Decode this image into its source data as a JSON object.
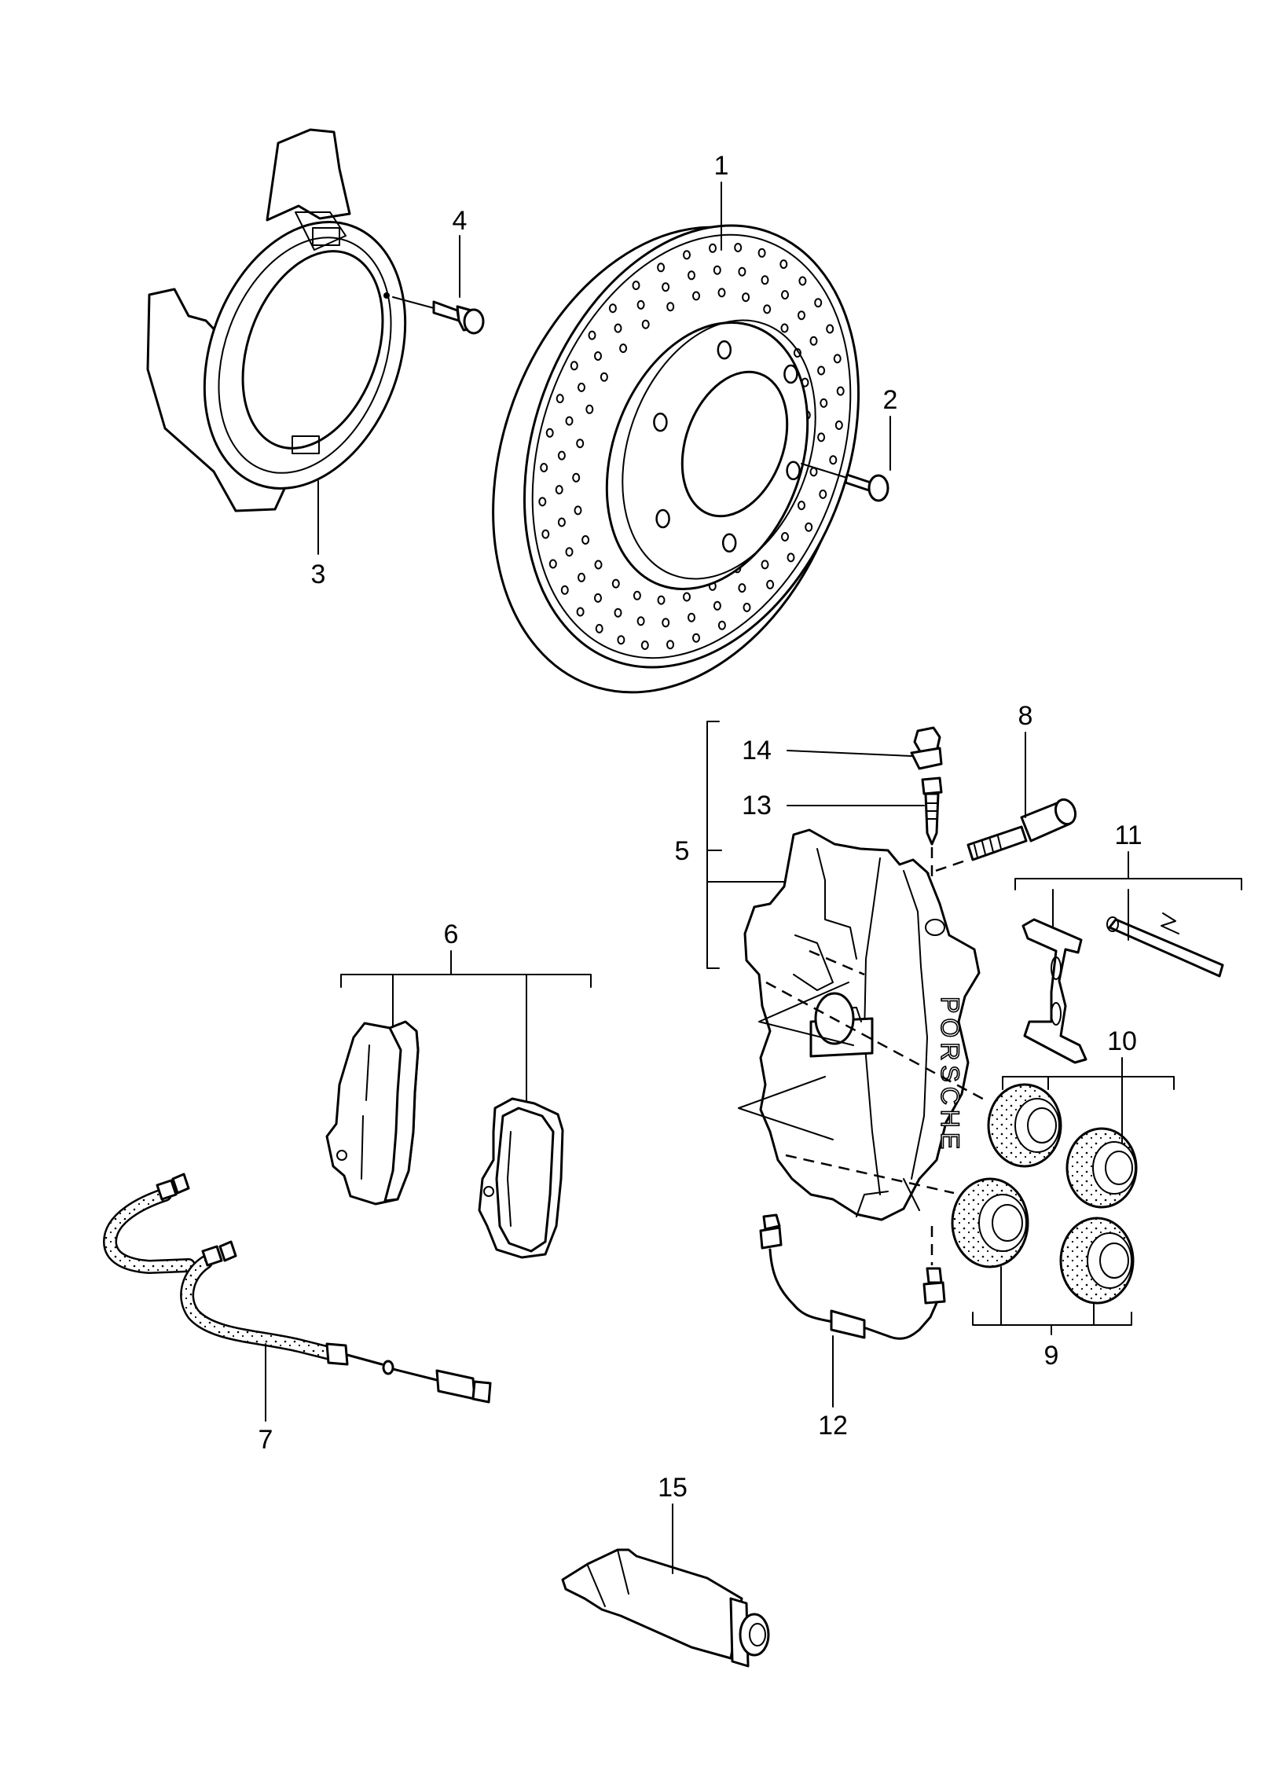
{
  "diagram": {
    "callouts": {
      "c1": "1",
      "c2": "2",
      "c3": "3",
      "c4": "4",
      "c5": "5",
      "c6": "6",
      "c7": "7",
      "c8": "8",
      "c9": "9",
      "c10": "10",
      "c11": "11",
      "c12": "12",
      "c13": "13",
      "c14": "14",
      "c15": "15"
    },
    "caliper_text": "PORSCHE"
  }
}
